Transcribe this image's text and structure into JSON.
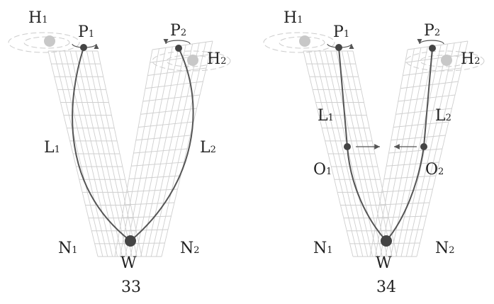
{
  "panels": [
    {
      "caption": "33",
      "labels": {
        "H1": "H",
        "H1s": "1",
        "P1": "P",
        "P1s": "1",
        "P2": "P",
        "P2s": "2",
        "H2": "H",
        "H2s": "2",
        "L1": "L",
        "L1s": "1",
        "L2": "L",
        "L2s": "2",
        "N1": "N",
        "N1s": "1",
        "N2": "N",
        "N2s": "2",
        "W": "W"
      }
    },
    {
      "caption": "34",
      "labels": {
        "H1": "H",
        "H1s": "1",
        "P1": "P",
        "P1s": "1",
        "P2": "P",
        "P2s": "2",
        "H2": "H",
        "H2s": "2",
        "L1": "L",
        "L1s": "1",
        "L2": "L",
        "L2s": "2",
        "O1": "O",
        "O1s": "1",
        "O2": "O",
        "O2s": "2",
        "N1": "N",
        "N1s": "1",
        "N2": "N",
        "N2s": "2",
        "W": "W"
      }
    }
  ],
  "colors": {
    "curve": "#555555",
    "grid": "#cfcfcf",
    "dot": "#444444",
    "halo": "#c8c8c8"
  }
}
